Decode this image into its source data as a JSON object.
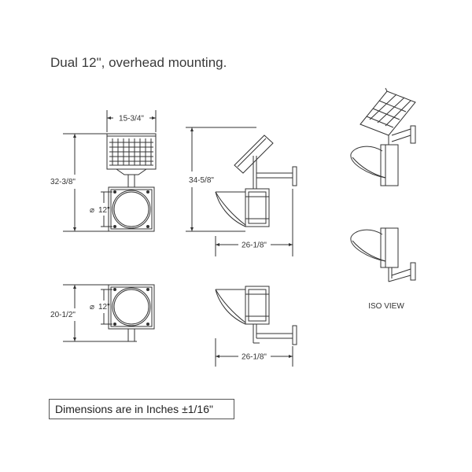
{
  "title": "Dual 12\", overhead mounting.",
  "dimensions": {
    "panel_width": "15-3/4\"",
    "overall_height_solar": "32-3/8\"",
    "lens_diameter_top": "12\"",
    "side_height_solar": "34-5/8\"",
    "arm_length_top": "26-1/8\"",
    "lens_diameter_bottom": "12\"",
    "overall_height_plain": "20-1/2\"",
    "arm_length_bottom": "26-1/8\""
  },
  "iso_label": "ISO VIEW",
  "footer": "Dimensions are in Inches ±1/16\"",
  "colors": {
    "line": "#333333",
    "text": "#333333",
    "background": "#ffffff"
  }
}
